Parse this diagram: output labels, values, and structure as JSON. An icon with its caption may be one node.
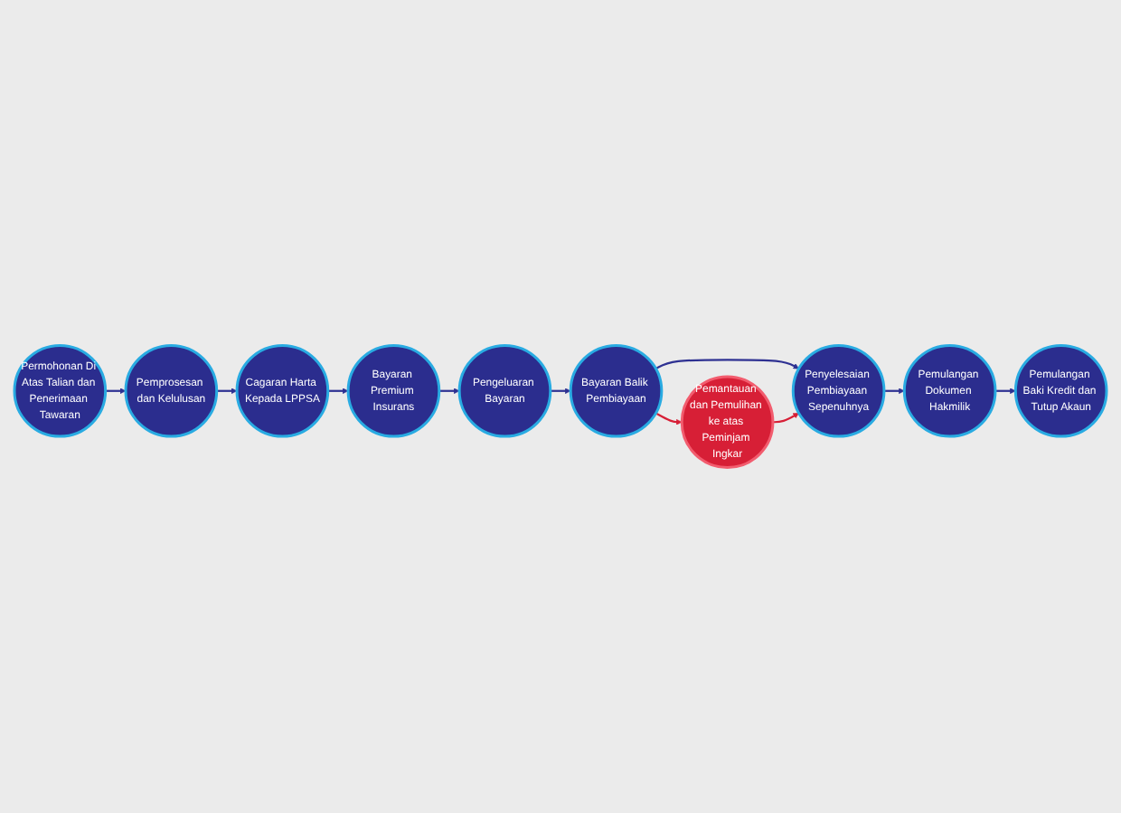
{
  "diagram": {
    "nodes": [
      {
        "text": [
          "Permohonan Di Atas Talian dan Penerimaan Tawaran"
        ]
      },
      {
        "text": [
          "Pemprosesan dan Kelulusan"
        ]
      },
      {
        "text": [
          "Cagaran Harta Kepada LPPSA"
        ]
      },
      {
        "text": [
          "Bayaran Premium Insurans"
        ]
      },
      {
        "text": [
          "Pengeluaran Bayaran"
        ]
      },
      {
        "text": [
          "Bayaran Balik Pembiayaan"
        ]
      },
      {
        "text": [
          "Penyelesaian Pembiayaan Sepenuhnya"
        ]
      },
      {
        "text": [
          "Pemulangan Dokumen Hakmilik"
        ]
      },
      {
        "text": [
          "Pemulangan Baki Kredit dan Tutup Akaun"
        ]
      },
      {
        "text": [
          "Pemantauan dan Pemulihan ke atas Peminjam Ingkar"
        ]
      }
    ],
    "edges": [
      {
        "from": 0,
        "to": 1,
        "arrow": "to"
      },
      {
        "from": 1,
        "to": 2,
        "arrow": "to"
      },
      {
        "from": 2,
        "to": 3,
        "arrow": "to"
      },
      {
        "from": 3,
        "to": 4,
        "arrow": "to"
      },
      {
        "from": 4,
        "to": 5,
        "arrow": "to"
      },
      {
        "from": 5,
        "to": 6,
        "arrow": "to"
      },
      {
        "from": 6,
        "to": 7,
        "arrow": "to"
      },
      {
        "from": 7,
        "to": 8,
        "arrow": "to"
      },
      {
        "from": 5,
        "to": 9,
        "arrow": "to",
        "color": "#d71f36"
      },
      {
        "from": 9,
        "to": 6,
        "arrow": "to",
        "color": "#d71f36"
      }
    ]
  }
}
